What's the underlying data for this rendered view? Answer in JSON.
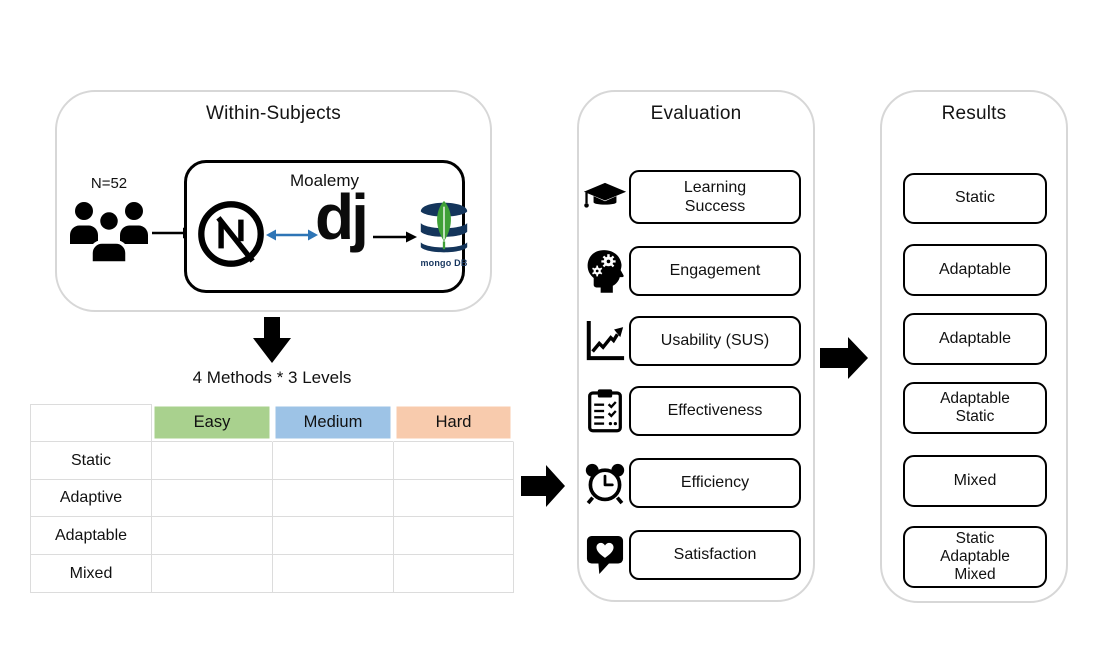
{
  "within_subjects": {
    "title": "Within-Subjects",
    "participants_label": "N=52",
    "system": {
      "title": "Moalemy",
      "frontend_icon": "nextjs-logo",
      "backend_icon": "django-logo",
      "dj_text": "dj",
      "database_icon": "mongodb-logo",
      "db_label": "mongo DB"
    }
  },
  "design": {
    "caption": "4 Methods * 3 Levels",
    "table": {
      "column_headers": [
        {
          "label": "Easy",
          "color": "#A9D18E"
        },
        {
          "label": "Medium",
          "color": "#9DC3E6"
        },
        {
          "label": "Hard",
          "color": "#F8CBAD"
        }
      ],
      "row_headers": [
        "Static",
        "Adaptive",
        "Adaptable",
        "Mixed"
      ]
    }
  },
  "evaluation": {
    "title": "Evaluation",
    "items": [
      {
        "icon": "graduation-cap-icon",
        "label": "Learning\nSuccess"
      },
      {
        "icon": "head-gears-icon",
        "label": "Engagement"
      },
      {
        "icon": "line-chart-icon",
        "label": "Usability (SUS)"
      },
      {
        "icon": "clipboard-checklist-icon",
        "label": "Effectiveness"
      },
      {
        "icon": "alarm-clock-icon",
        "label": "Efficiency"
      },
      {
        "icon": "feedback-heart-icon",
        "label": "Satisfaction"
      }
    ]
  },
  "results": {
    "title": "Results",
    "items": [
      "Static",
      "Adaptable",
      "Adaptable",
      "Adaptable\nStatic",
      "Mixed",
      "Static\nAdaptable\nMixed"
    ]
  },
  "colors": {
    "arrow_blue": "#2E75B6",
    "mongo_navy": "#14355B",
    "mongo_leaf_green": "#3FA037",
    "panel_border": "#D7D7D7",
    "easy_green": "#A9D18E",
    "medium_blue": "#9DC3E6",
    "hard_orange": "#F8CBAD"
  }
}
